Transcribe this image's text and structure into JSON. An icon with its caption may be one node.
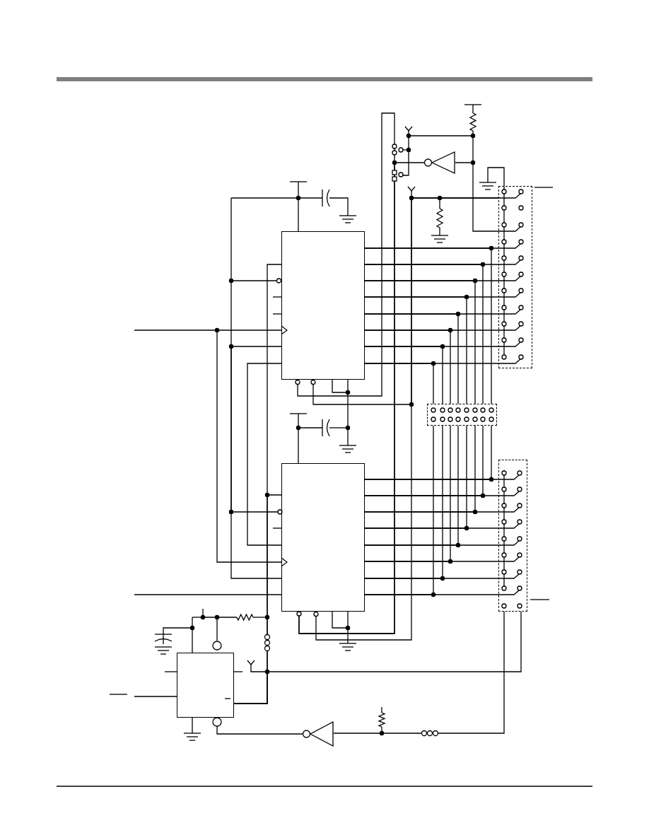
{
  "diagram": {
    "nodes": [
      {
        "text": [],
        "shape": "box"
      },
      {
        "text": [],
        "shape": "box"
      },
      {
        "text": [],
        "shape": "box"
      },
      {
        "text": [],
        "shape": "triangle"
      },
      {
        "text": [],
        "shape": "triangle"
      },
      {
        "text": [],
        "shape": "box"
      },
      {
        "text": [],
        "shape": "box"
      },
      {
        "text": [],
        "shape": "box"
      }
    ],
    "edges": [
      {
        "from": 0,
        "to": 7,
        "arrow": "none"
      },
      {
        "from": 0,
        "to": 7,
        "arrow": "none"
      },
      {
        "from": 0,
        "to": 7,
        "arrow": "none"
      },
      {
        "from": 0,
        "to": 7,
        "arrow": "none"
      },
      {
        "from": 0,
        "to": 7,
        "arrow": "none"
      },
      {
        "from": 0,
        "to": 7,
        "arrow": "none"
      },
      {
        "from": 0,
        "to": 7,
        "arrow": "none"
      },
      {
        "from": 0,
        "to": 7,
        "arrow": "none"
      },
      {
        "from": 7,
        "to": 1,
        "arrow": "none"
      },
      {
        "from": 7,
        "to": 1,
        "arrow": "none"
      },
      {
        "from": 7,
        "to": 1,
        "arrow": "none"
      },
      {
        "from": 7,
        "to": 1,
        "arrow": "none"
      },
      {
        "from": 7,
        "to": 1,
        "arrow": "none"
      },
      {
        "from": 7,
        "to": 1,
        "arrow": "none"
      },
      {
        "from": 7,
        "to": 1,
        "arrow": "none"
      },
      {
        "from": 7,
        "to": 1,
        "arrow": "none"
      },
      {
        "from": 0,
        "to": 5,
        "arrow": "none"
      },
      {
        "from": 0,
        "to": 5,
        "arrow": "none"
      },
      {
        "from": 0,
        "to": 5,
        "arrow": "none"
      },
      {
        "from": 0,
        "to": 5,
        "arrow": "none"
      },
      {
        "from": 0,
        "to": 5,
        "arrow": "none"
      },
      {
        "from": 0,
        "to": 5,
        "arrow": "none"
      },
      {
        "from": 0,
        "to": 5,
        "arrow": "none"
      },
      {
        "from": 0,
        "to": 5,
        "arrow": "none"
      },
      {
        "from": 1,
        "to": 6,
        "arrow": "none"
      },
      {
        "from": 1,
        "to": 6,
        "arrow": "none"
      },
      {
        "from": 1,
        "to": 6,
        "arrow": "none"
      },
      {
        "from": 1,
        "to": 6,
        "arrow": "none"
      },
      {
        "from": 1,
        "to": 6,
        "arrow": "none"
      },
      {
        "from": 1,
        "to": 6,
        "arrow": "none"
      },
      {
        "from": 1,
        "to": 6,
        "arrow": "none"
      },
      {
        "from": 1,
        "to": 6,
        "arrow": "none"
      },
      {
        "from": 6,
        "to": 2,
        "arrow": "none"
      },
      {
        "from": 6,
        "to": 4,
        "arrow": "none"
      },
      {
        "from": 4,
        "to": 2,
        "arrow": "other"
      },
      {
        "from": 5,
        "to": 3,
        "arrow": "none"
      },
      {
        "from": 3,
        "to": 1,
        "arrow": "other"
      },
      {
        "from": 0,
        "to": 5,
        "arrow": "other"
      },
      {
        "from": 1,
        "to": 5,
        "arrow": "other"
      },
      {
        "from": 0,
        "to": 1,
        "arrow": "other"
      },
      {
        "from": 0,
        "to": 1,
        "arrow": "other"
      },
      {
        "from": 0,
        "to": 1,
        "arrow": "none"
      },
      {
        "from": 0,
        "to": 1,
        "arrow": "both"
      },
      {
        "from": 0,
        "to": 1,
        "arrow": "none"
      },
      {
        "from": 0,
        "to": 2,
        "arrow": "none"
      },
      {
        "from": 1,
        "to": 2,
        "arrow": "none"
      }
    ]
  }
}
